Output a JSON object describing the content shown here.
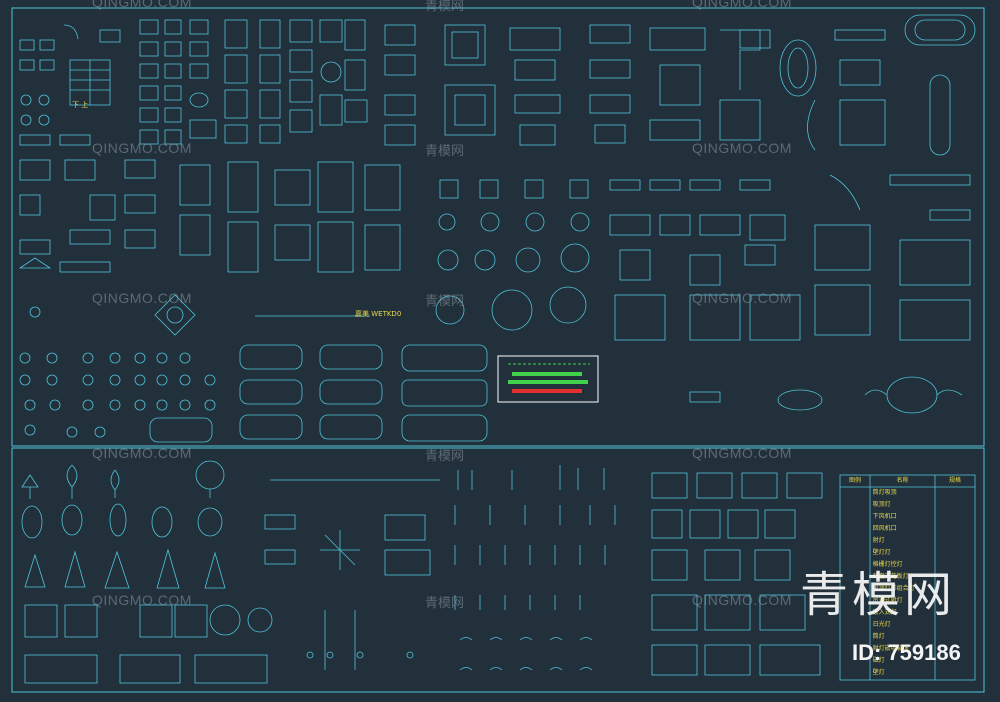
{
  "watermarks": {
    "latin": "QINGMO.COM",
    "cn": "青模网"
  },
  "brand": {
    "cn_logo": "青模网",
    "id_label": "ID: 759186"
  },
  "labels": {
    "stair_up": "下 上",
    "plan_tag": "嘉美 WETKD0"
  },
  "legend_table": {
    "headers": [
      "图例",
      "名称",
      "规格"
    ],
    "rows": [
      [
        "",
        "筒灯吸顶",
        ""
      ],
      [
        "",
        "吸顶灯",
        ""
      ],
      [
        "",
        "下风机口",
        ""
      ],
      [
        "",
        "回风机口",
        ""
      ],
      [
        "",
        "射灯",
        ""
      ],
      [
        "",
        "壁灯灯",
        ""
      ],
      [
        "",
        "格栅灯控灯",
        ""
      ],
      [
        "",
        "灯盘天花板灯",
        ""
      ],
      [
        "",
        "吸顶灯形组合灯",
        ""
      ],
      [
        "",
        "吊顶式射灯",
        ""
      ],
      [
        "",
        "嵌入式灯",
        ""
      ],
      [
        "",
        "日光灯",
        ""
      ],
      [
        "",
        "筒灯",
        ""
      ],
      [
        "",
        "射灯嵌墙装饰",
        ""
      ],
      [
        "",
        "磁灯",
        ""
      ],
      [
        "",
        "壁灯",
        ""
      ]
    ]
  },
  "colors": {
    "background": "#22303b",
    "line": "#4fc3d9",
    "accent_yellow": "#e6d84a",
    "accent_green": "#3fd24a",
    "accent_red": "#e23030"
  }
}
